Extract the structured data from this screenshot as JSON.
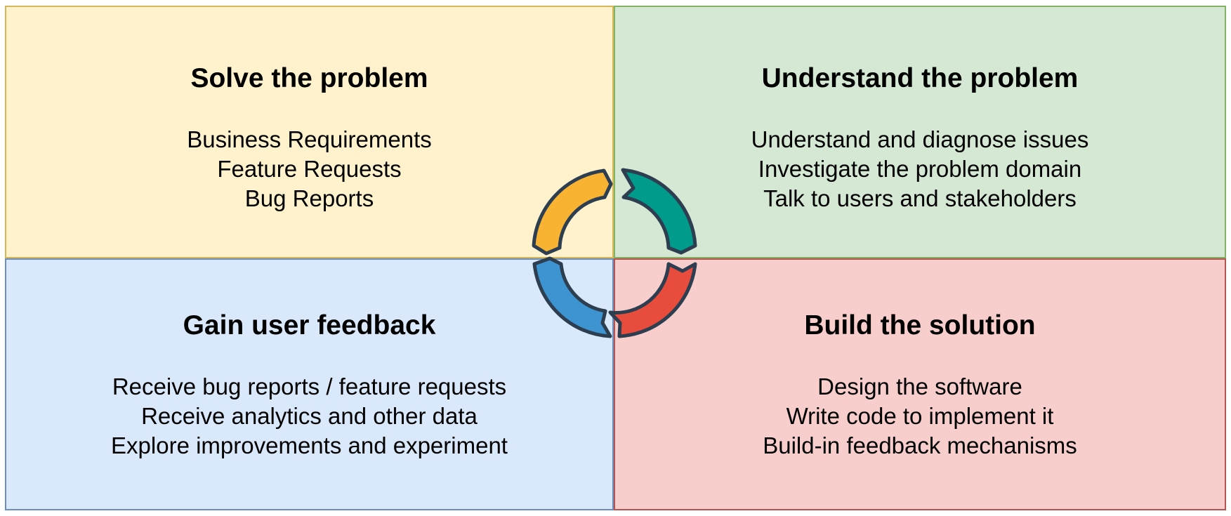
{
  "colors": {
    "yellow_fill": "#fff2cc",
    "yellow_border": "#d6b656",
    "green_fill": "#d5e8d4",
    "green_border": "#82b366",
    "blue_fill": "#dae8fc",
    "blue_border": "#6c8ebf",
    "red_fill": "#f8cecc",
    "red_border": "#b85450",
    "arrow_yellow": "#f8b333",
    "arrow_teal": "#009b8a",
    "arrow_blue": "#3d94d1",
    "arrow_red": "#e74c3c",
    "arrow_outline": "#2c3e50"
  },
  "quadrants": {
    "solve": {
      "title": "Solve the problem",
      "lines": [
        "Business Requirements",
        "Feature Requests",
        "Bug Reports"
      ]
    },
    "understand": {
      "title": "Understand the problem",
      "lines": [
        "Understand and diagnose issues",
        "Investigate the problem domain",
        "Talk to users and stakeholders"
      ]
    },
    "feedback": {
      "title": "Gain user feedback",
      "lines": [
        "Receive bug reports / feature requests",
        "Receive analytics and other data",
        "Explore improvements and experiment"
      ]
    },
    "build": {
      "title": "Build the solution",
      "lines": [
        "Design the software",
        "Write code to implement it",
        "Build-in feedback mechanisms"
      ]
    }
  },
  "cycle_icon": "circular-arrows-cycle-icon"
}
